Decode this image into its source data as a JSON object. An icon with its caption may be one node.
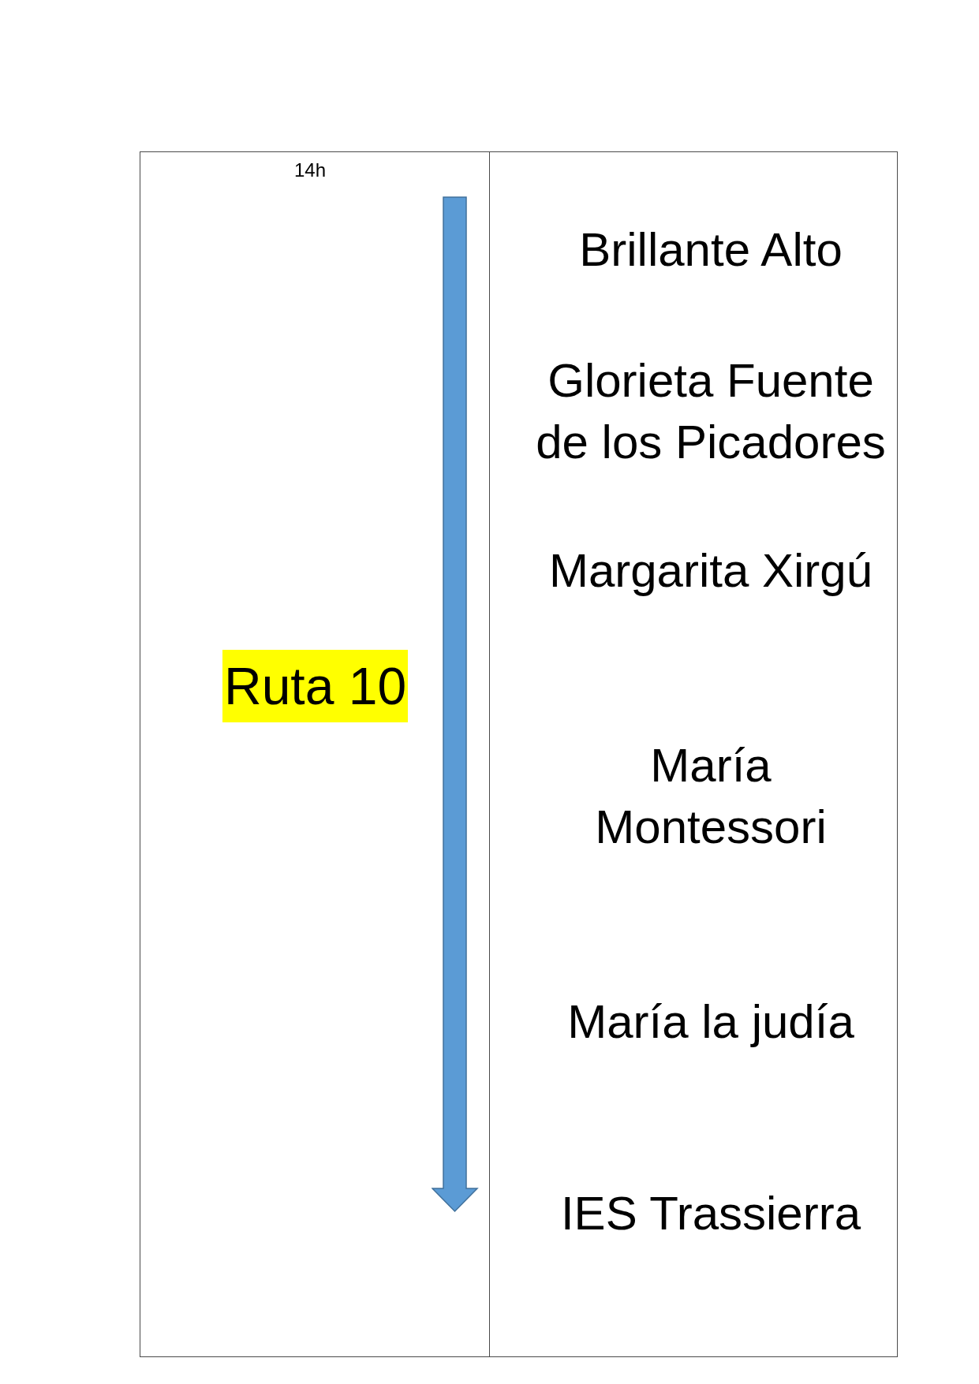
{
  "diagram": {
    "labels": [
      "14h",
      "Ruta 10",
      "Brillante Alto",
      "Glorieta Fuente de los Picadores",
      "Margarita Xirgú",
      "María Montessori",
      "María la judía",
      "IES Trassierra"
    ]
  }
}
